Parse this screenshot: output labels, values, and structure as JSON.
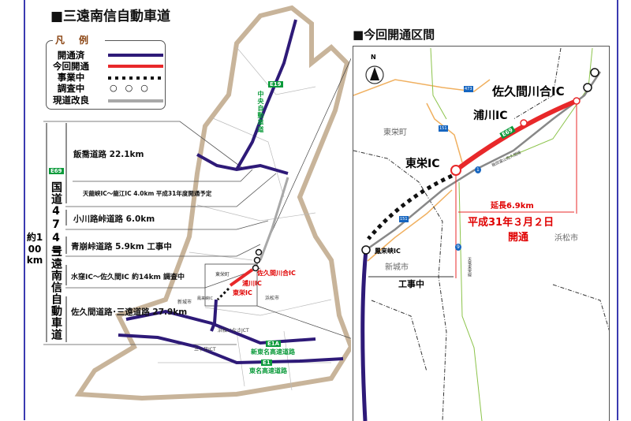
{
  "left": {
    "title": "■三遠南信自動車道",
    "legend": {
      "title": "凡例",
      "items": [
        {
          "label": "開通済",
          "style": "solid",
          "color": "#2e1a78"
        },
        {
          "label": "今回開通",
          "style": "solid",
          "color": "#e8282a"
        },
        {
          "label": "事業中",
          "style": "dotted-squares",
          "color": "#111111"
        },
        {
          "label": "調査中",
          "style": "circles",
          "color": "#111111"
        },
        {
          "label": "現道改良",
          "style": "solid",
          "color": "#a8a8a8"
        }
      ]
    },
    "total_length": "約100km",
    "route_vertical": "国道474号",
    "expressway_vertical": "三遠南信自動車道",
    "route_badge": "E69",
    "segments": [
      "飯喬道路 22.1km",
      "天龍峡IC～龍江IC 4.0km 平成31年度開通予定",
      "小川路峠道路 6.0km",
      "青崩峠道路 5.9km 工事中",
      "水窪IC～佐久間IC 約14km 調査中",
      "佐久間道路･三遠道路 27.9km"
    ],
    "map_labels": {
      "chuo": "中央自動車道",
      "chuo_badge": "E19",
      "sakuma": "佐久間川合IC",
      "urakawa": "浦川IC",
      "toei": "東栄IC",
      "toei_town": "東栄町",
      "hamamatsu": "浜松市",
      "shinshiro": "新城市",
      "horaikyo": "鳳来峡IC",
      "inasa": "浜松いなさJCT",
      "mikkabi": "三ヶ日JCT",
      "shintomei": "新東名高速道路",
      "shintomei_badge": "E1A",
      "tomei": "東名高速道路",
      "tomei_badge": "E1"
    }
  },
  "inset": {
    "title": "■今回開通区間",
    "north": "N",
    "sakuma": "佐久間川合IC",
    "urakawa": "浦川IC",
    "toei": "東栄IC",
    "toei_town": "東栄町",
    "shinshiro": "新城市",
    "hamamatsu": "浜松市",
    "horaikyo": "鳳来峡IC",
    "length": "延長6.9km",
    "open_date": "平成31年３月２日",
    "open_word": "開通",
    "construction": "工事中",
    "route_badge": "E69",
    "routes": [
      "473",
      "151",
      "151",
      "1",
      "9"
    ],
    "road1": "飯田富山佐久間線",
    "road2": "天竜東栄線"
  },
  "colors": {
    "open": "#2e1a78",
    "new": "#e8282a",
    "border": "#3b3bb0",
    "land_edge": "#c8b49a"
  }
}
